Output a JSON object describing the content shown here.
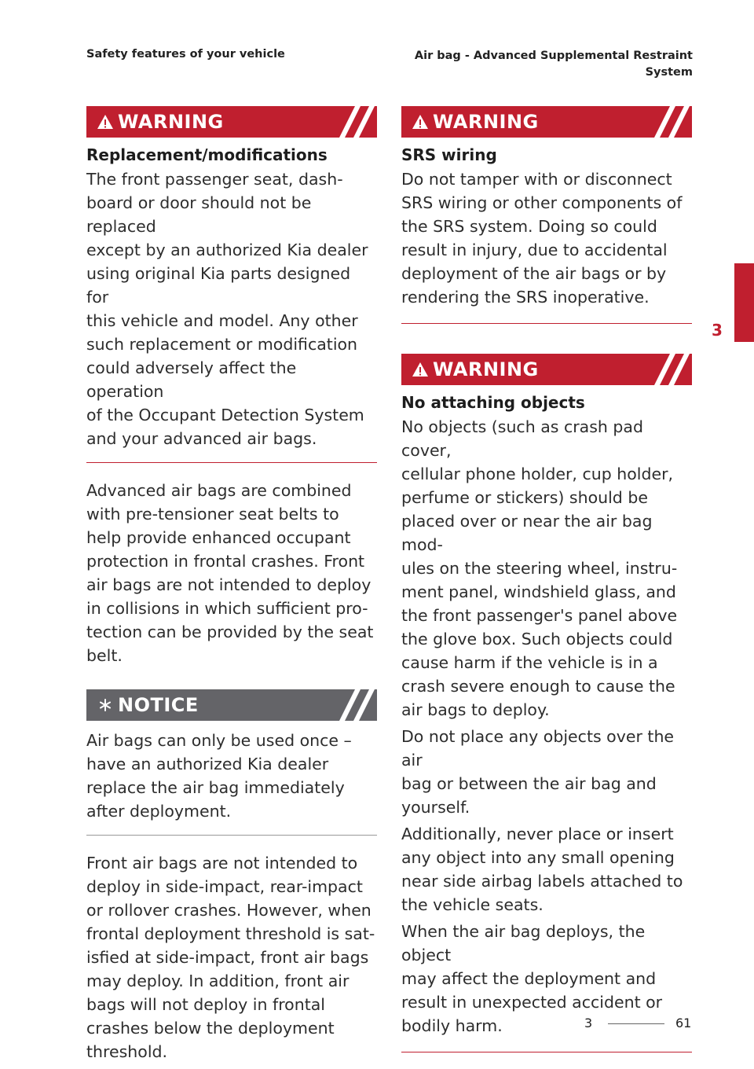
{
  "header": {
    "left": "Safety features of your vehicle",
    "right": "Air bag - Advanced Supplemental Restraint\nSystem"
  },
  "side_tab": {
    "chapter": "3",
    "color": "#c01f2f"
  },
  "colors": {
    "warning": "#c01f2f",
    "notice": "#646468"
  },
  "left": {
    "warning1": {
      "label": "WARNING",
      "icon": "warning-triangle-icon",
      "title": "Replacement/modifications",
      "text": "The front passenger seat, dash-\nboard or door should not be replaced\nexcept by an authorized Kia dealer\nusing original Kia parts designed for\nthis vehicle and model. Any other\nsuch replacement or modification\ncould adversely affect the operation\nof the Occupant Detection System\nand your advanced air bags."
    },
    "para1": "Advanced air bags are combined\nwith pre-tensioner seat belts to\nhelp provide enhanced occupant\nprotection in frontal crashes. Front\nair bags are not intended to deploy\nin collisions in which sufficient pro-\ntection can be provided by the seat\nbelt.",
    "notice": {
      "label": "NOTICE",
      "icon": "asterisk-icon",
      "text": "Air bags can only be used once –\nhave an authorized Kia dealer\nreplace the air bag immediately\nafter deployment."
    },
    "para2": "Front air bags are not intended to\ndeploy in side-impact, rear-impact\nor rollover crashes. However, when\nfrontal deployment threshold is sat-\nisfied at side-impact, front air bags\nmay deploy. In addition, front air\nbags will not deploy in frontal\ncrashes below the deployment\nthreshold."
  },
  "right": {
    "warning2": {
      "label": "WARNING",
      "icon": "warning-triangle-icon",
      "title": "SRS wiring",
      "text": "Do not tamper with or disconnect\nSRS wiring or other components of\nthe SRS system. Doing so could\nresult in injury, due to accidental\ndeployment of the air bags or by\nrendering the SRS inoperative."
    },
    "warning3": {
      "label": "WARNING",
      "icon": "warning-triangle-icon",
      "title": "No attaching objects",
      "p1": "No objects (such as crash pad cover,\ncellular phone holder, cup holder,\nperfume or stickers) should be\nplaced over or near the air bag mod-\nules on the steering wheel, instru-\nment panel, windshield glass, and\nthe front passenger's panel above\nthe glove box. Such objects could\ncause harm if the vehicle is in a\ncrash severe enough to cause the\nair bags to deploy.",
      "p2": "Do not place any objects over the air\nbag or between the air bag and\nyourself.",
      "p3": "Additionally, never place or insert\nany object into any small opening\nnear side airbag labels attached to\nthe vehicle seats.",
      "p4": "When the air bag deploys, the object\nmay affect the deployment and\nresult in unexpected accident or\nbodily harm."
    }
  },
  "footer": {
    "chapter": "3",
    "page": "61"
  }
}
